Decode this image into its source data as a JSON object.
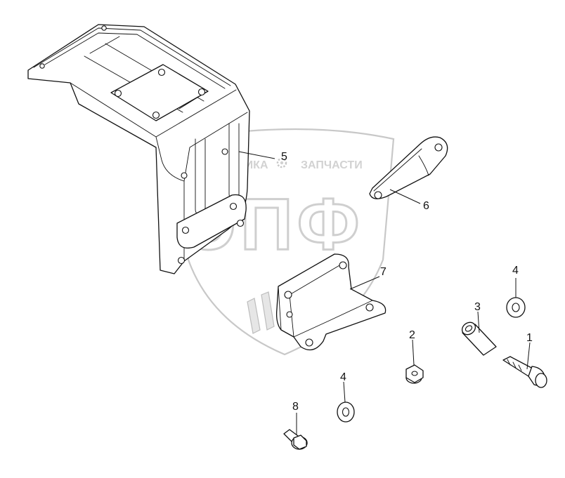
{
  "watermark": {
    "brand_left": "ТЕХНИКА",
    "brand_right": "ЗАПЧАСТИ",
    "logo_letters": "ЭПФ",
    "gear_icon": "gear-icon",
    "color": "#cfcfcf"
  },
  "callouts": [
    {
      "id": "1",
      "label": "1"
    },
    {
      "id": "2",
      "label": "2"
    },
    {
      "id": "3",
      "label": "3"
    },
    {
      "id": "4a",
      "label": "4"
    },
    {
      "id": "4b",
      "label": "4"
    },
    {
      "id": "5",
      "label": "5"
    },
    {
      "id": "6",
      "label": "6"
    },
    {
      "id": "7",
      "label": "7"
    },
    {
      "id": "8",
      "label": "8"
    }
  ],
  "colors": {
    "line": "#111111",
    "background": "#ffffff"
  }
}
